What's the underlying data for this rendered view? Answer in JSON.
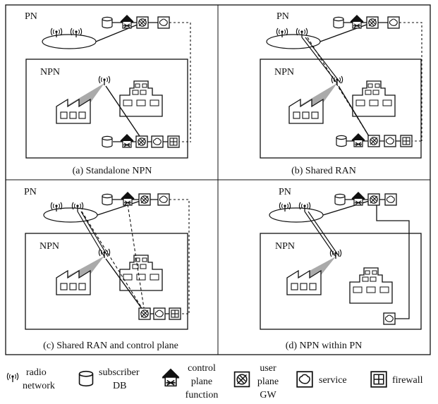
{
  "panels": [
    {
      "pn_label": "PN",
      "npn_label": "NPN",
      "caption": "(a) Standalone NPN"
    },
    {
      "pn_label": "PN",
      "npn_label": "NPN",
      "caption": "(b) Shared RAN"
    },
    {
      "pn_label": "PN",
      "npn_label": "NPN",
      "caption": "(c) Shared RAN and control plane"
    },
    {
      "pn_label": "PN",
      "npn_label": "NPN",
      "caption": "(d) NPN within PN"
    }
  ],
  "legend": {
    "radio_network": [
      "radio",
      "network"
    ],
    "subscriber_db": [
      "subscriber",
      "DB"
    ],
    "control_plane_function": [
      "control",
      "plane",
      "function"
    ],
    "user_plane_gw": [
      "user",
      "plane",
      "GW"
    ],
    "service": [
      "service"
    ],
    "firewall": [
      "firewall"
    ]
  },
  "icons": {
    "radio": "radio-antenna-icon",
    "db": "database-cylinder-icon",
    "cp": "house-control-plane-icon",
    "up": "user-plane-gateway-icon",
    "svc": "cloud-service-icon",
    "fw": "firewall-grid-icon",
    "factory": "factory-icon",
    "office": "office-building-icon"
  }
}
